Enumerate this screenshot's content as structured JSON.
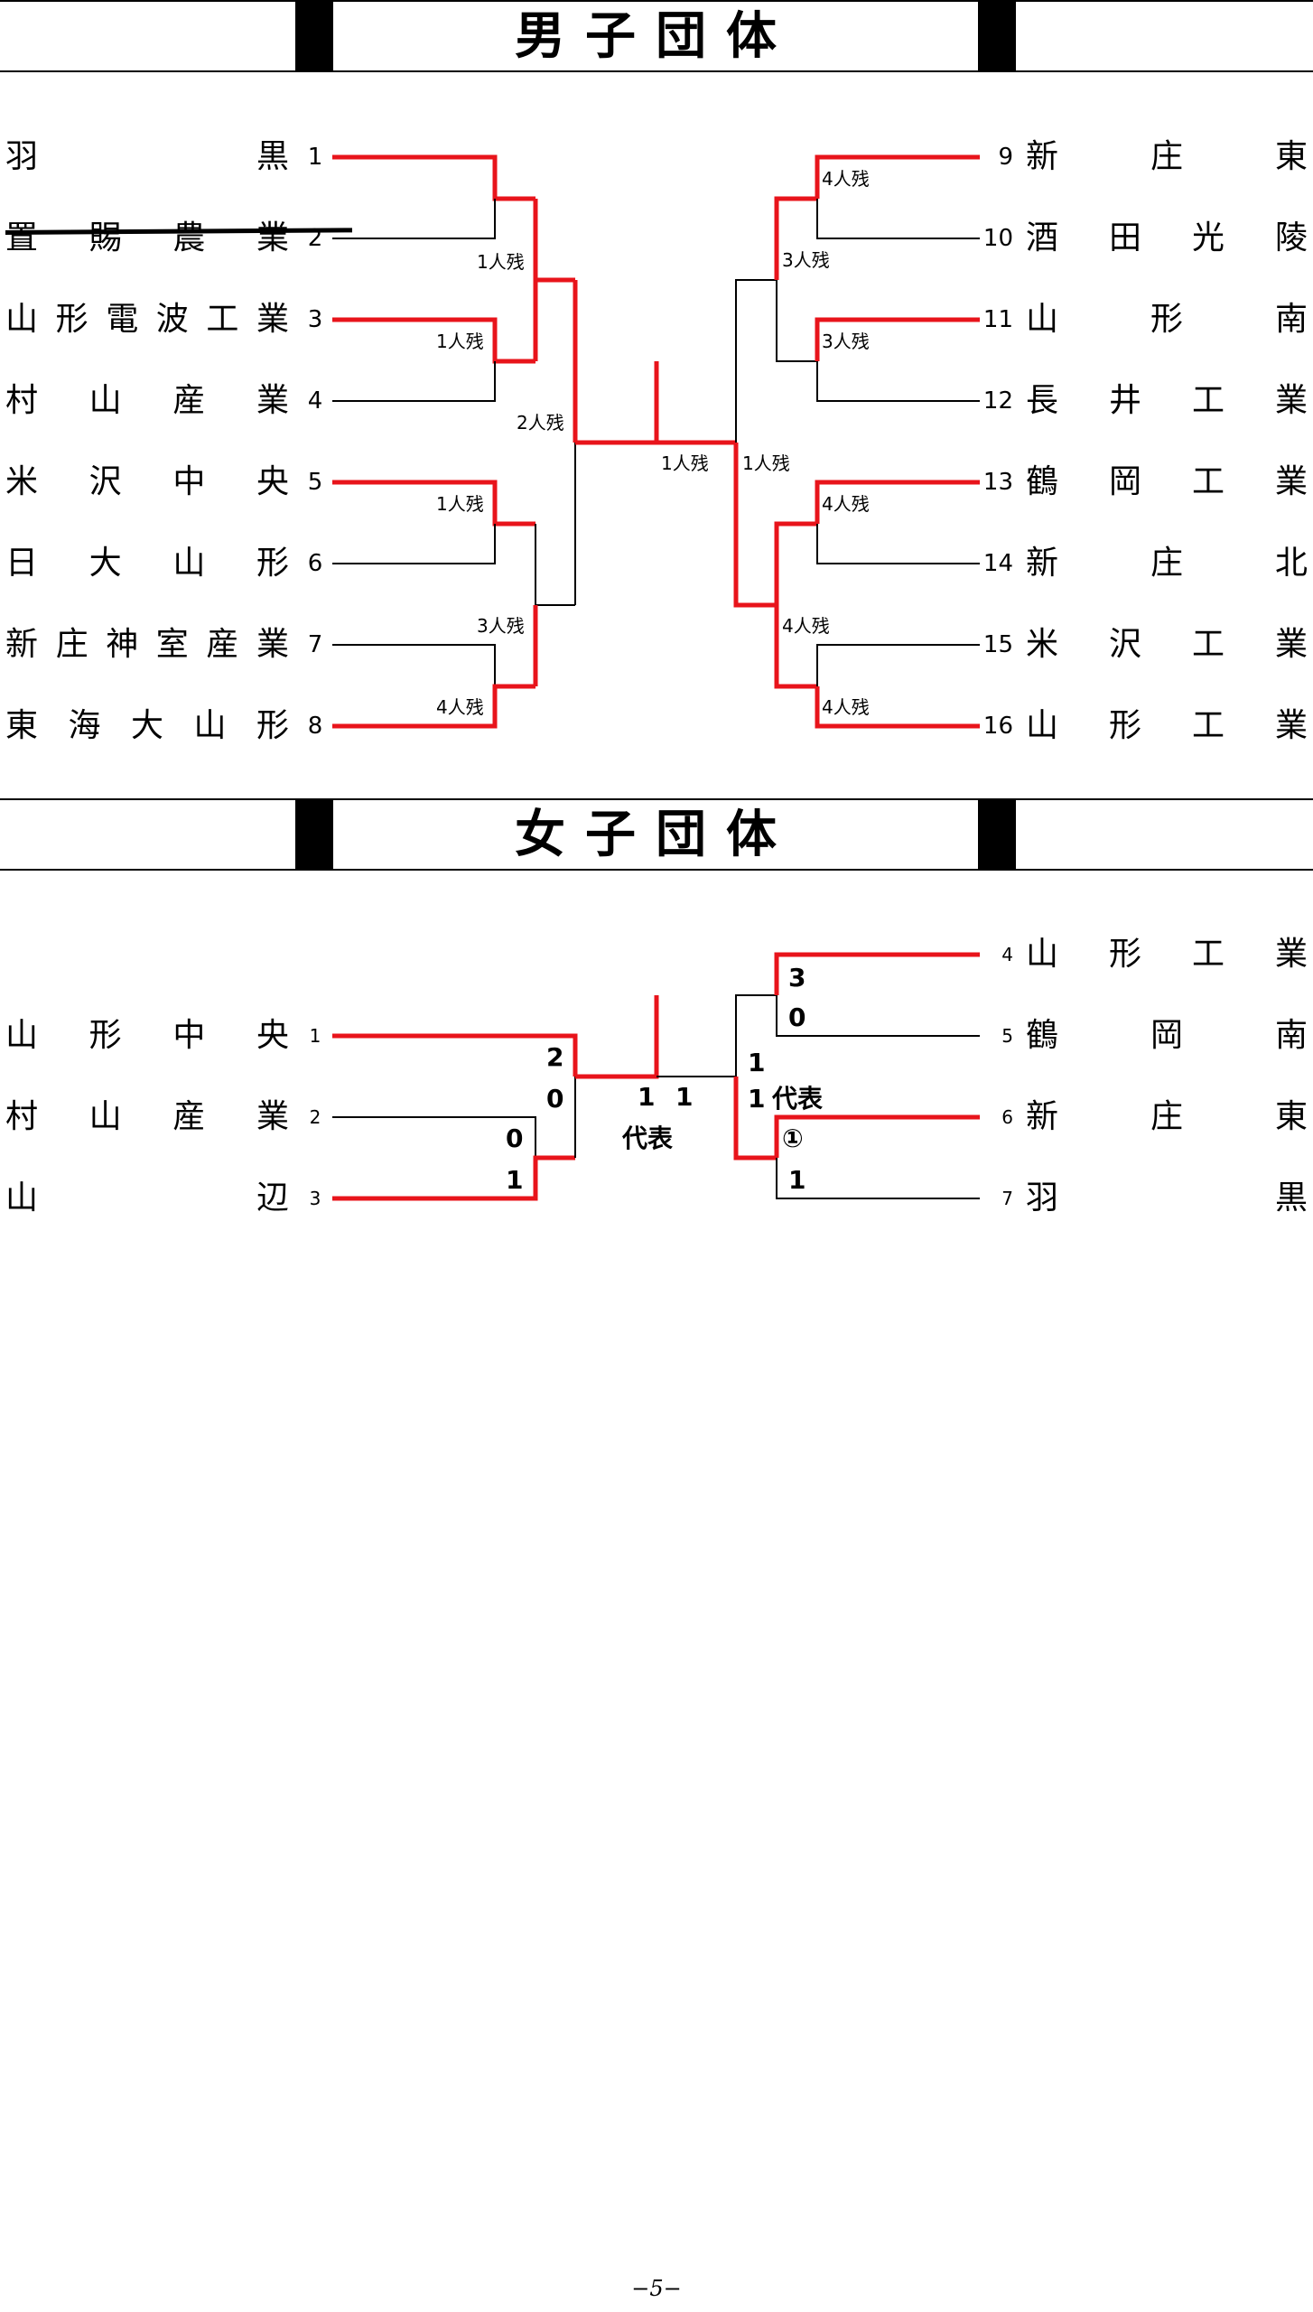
{
  "boys": {
    "title": "男子団体",
    "left_teams": [
      {
        "name": "羽黒",
        "seed": "1",
        "withdrawn": false
      },
      {
        "name": "置賜農業",
        "seed": "2",
        "withdrawn": true
      },
      {
        "name": "山形電波工業",
        "seed": "3",
        "withdrawn": false
      },
      {
        "name": "村山産業",
        "seed": "4",
        "withdrawn": false
      },
      {
        "name": "米沢中央",
        "seed": "5",
        "withdrawn": false
      },
      {
        "name": "日大山形",
        "seed": "6",
        "withdrawn": false
      },
      {
        "name": "新庄神室産業",
        "seed": "7",
        "withdrawn": false
      },
      {
        "name": "東海大山形",
        "seed": "8",
        "withdrawn": false
      }
    ],
    "right_teams": [
      {
        "name": "新庄東",
        "seed": "9"
      },
      {
        "name": "酒田光陵",
        "seed": "10"
      },
      {
        "name": "山形南",
        "seed": "11"
      },
      {
        "name": "長井工業",
        "seed": "12"
      },
      {
        "name": "鶴岡工業",
        "seed": "13"
      },
      {
        "name": "新庄北",
        "seed": "14"
      },
      {
        "name": "米沢工業",
        "seed": "15"
      },
      {
        "name": "山形工業",
        "seed": "16"
      }
    ],
    "notes": {
      "l_r1_a": "1人残",
      "l_r1_b": "1人残",
      "l_r1_c": "1人残",
      "l_r1_d": "4人残",
      "l_r2_top": "2人残",
      "l_r2_bottom": "3人残",
      "final_left": "1人残",
      "final_right": "1人残",
      "r_r1_a": "4人残",
      "r_r1_b": "3人残",
      "r_r1_c": "4人残",
      "r_r1_d": "4人残",
      "r_r2_top": "3人残",
      "r_r2_bottom": "4人残"
    }
  },
  "girls": {
    "title": "女子団体",
    "left_teams": [
      {
        "name": "山形中央",
        "seed": "1"
      },
      {
        "name": "村山産業",
        "seed": "2"
      },
      {
        "name": "山辺",
        "seed": "3"
      }
    ],
    "right_teams": [
      {
        "name": "山形工業",
        "seed": "4"
      },
      {
        "name": "鶴岡南",
        "seed": "5"
      },
      {
        "name": "新庄東",
        "seed": "6"
      },
      {
        "name": "羽黒",
        "seed": "7"
      }
    ],
    "scores": {
      "r1_left_upper": "0",
      "r1_left_lower": "1",
      "r1_right_upper": "3",
      "r1_right_lower": "0",
      "r1b_right_upper": "①",
      "r1b_right_lower": "1",
      "sf_left_upper": "2",
      "sf_left_lower": "0",
      "sf_right_upper": "1",
      "sf_right_lower": "1",
      "sf_right_note": "代表",
      "final_left": "1",
      "final_right": "1",
      "final_note": "代表"
    }
  },
  "footer": {
    "page": "−5−"
  }
}
